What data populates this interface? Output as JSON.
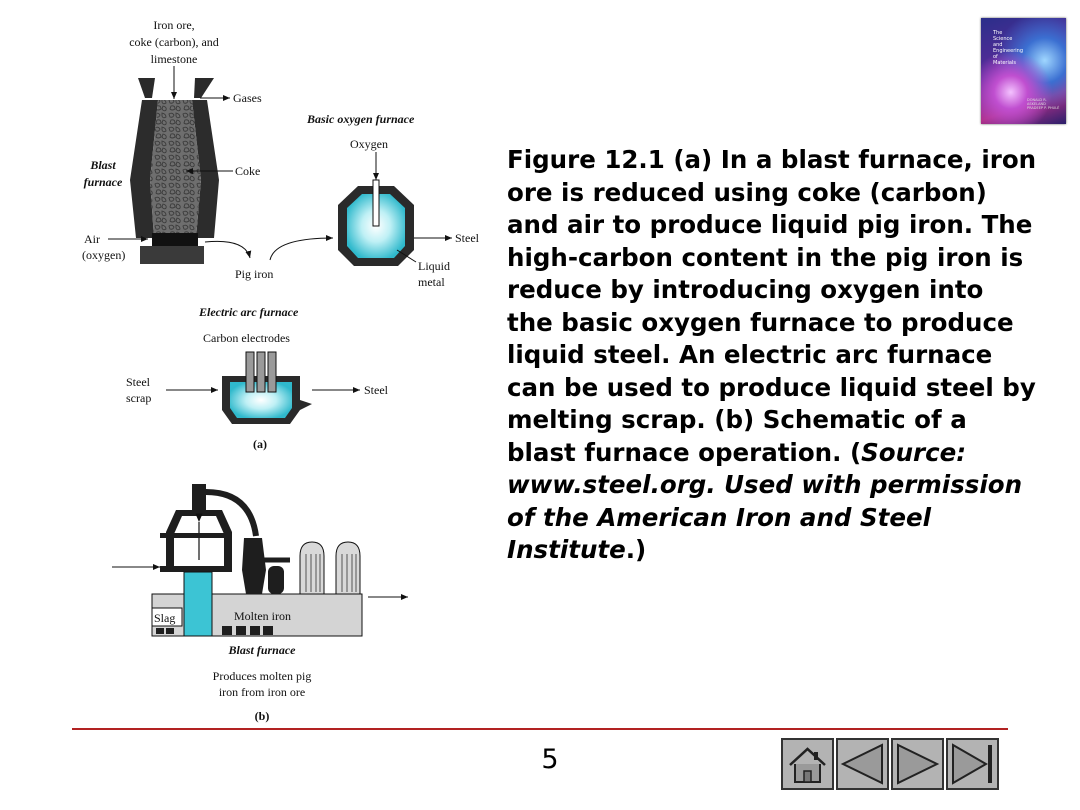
{
  "diagram": {
    "top_label_lines": [
      "Iron ore,",
      "coke (carbon), and",
      "limestone"
    ],
    "gases": "Gases",
    "blast_furnace_lines": [
      "Blast",
      "furnace"
    ],
    "coke": "Coke",
    "air_lines": [
      "Air",
      "(oxygen)"
    ],
    "pig_iron": "Pig iron",
    "bof_title": "Basic oxygen furnace",
    "oxygen": "Oxygen",
    "steel_1": "Steel",
    "liquid_metal_lines": [
      "Liquid",
      "metal"
    ],
    "eaf_title": "Electric arc furnace",
    "carbon_electrodes": "Carbon electrodes",
    "steel_scrap_lines": [
      "Steel",
      "scrap"
    ],
    "steel_2": "Steel",
    "part_a": "(a)",
    "slag": "Slag",
    "molten_iron": "Molten iron",
    "blast_furnace_b": "Blast furnace",
    "produces_lines": [
      "Produces molten pig",
      "iron from iron ore"
    ],
    "part_b": "(b)"
  },
  "caption": {
    "main": "Figure 12.1 (a) In a blast furnace, iron ore is reduced using coke (carbon) and air to produce liquid pig iron. The high-carbon content in the pig iron is reduce by introducing oxygen into the basic oxygen furnace to produce liquid steel. An electric arc furnace can be used to produce liquid steel by melting scrap. (b) Schematic of a blast furnace operation. (",
    "source": "Source: www.steel.org. Used with permission of the American Iron and Steel Institute",
    "end": ".)"
  },
  "book_cover": {
    "title_lines": [
      "The",
      "Science",
      "and",
      "Engineering",
      "of",
      "Materials"
    ],
    "author_lines": [
      "DONALD R. ASKELAND",
      "PRADEEP P. PHULÉ"
    ]
  },
  "footer": {
    "page_number": "5"
  },
  "nav": {
    "icons": [
      "home-icon",
      "previous-icon",
      "next-icon",
      "last-icon"
    ]
  },
  "colors": {
    "rule": "#b22222",
    "molten": "#3cc4d4",
    "nav_bg": "#b3b3b3"
  }
}
